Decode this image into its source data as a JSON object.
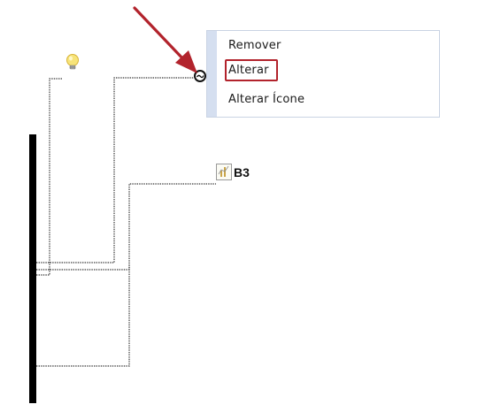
{
  "context_menu": {
    "items": [
      {
        "label": "Remover",
        "highlighted": false
      },
      {
        "label": "Alterar",
        "highlighted": true
      },
      {
        "label": "Alterar Ícone",
        "highlighted": false
      }
    ]
  },
  "tree": {
    "node_label": "B3"
  },
  "colors": {
    "arrow": "#b2232c",
    "highlight_border": "#b2232c",
    "menu_gutter": "#d5dff0",
    "menu_border": "#c9d3e3"
  },
  "icons": [
    "lightbulb-icon",
    "collapse-circle-icon",
    "chart-icon",
    "red-arrow-pointer"
  ]
}
